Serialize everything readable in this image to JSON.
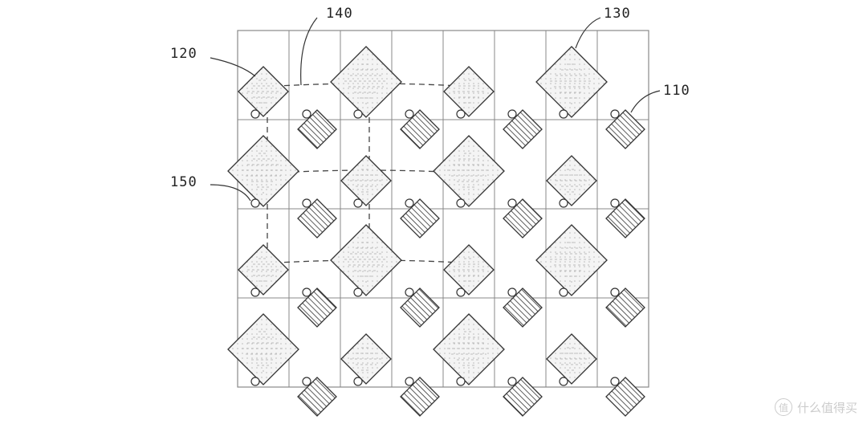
{
  "labels": {
    "ref_110": "110",
    "ref_120": "120",
    "ref_130": "130",
    "ref_140": "140",
    "ref_150": "150"
  },
  "watermark": {
    "icon_char": "值",
    "text": "什么值得买"
  }
}
